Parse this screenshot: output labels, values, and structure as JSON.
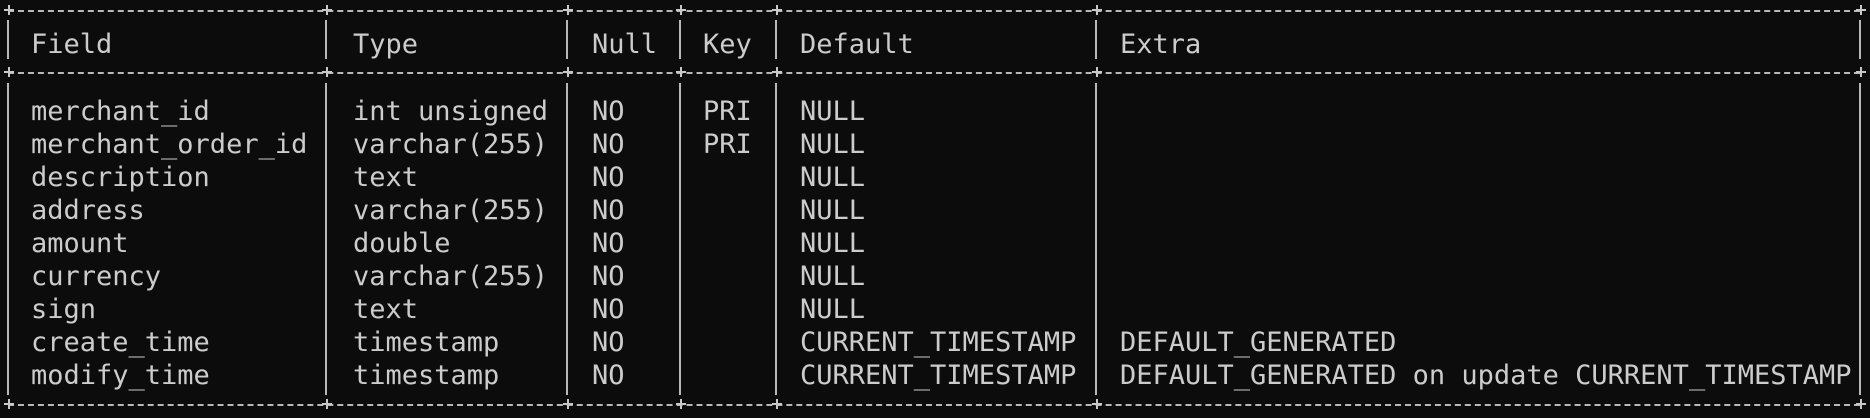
{
  "columns": [
    "Field",
    "Type",
    "Null",
    "Key",
    "Default",
    "Extra"
  ],
  "rows": [
    [
      "merchant_id",
      "int unsigned",
      "NO",
      "PRI",
      "NULL",
      ""
    ],
    [
      "merchant_order_id",
      "varchar(255)",
      "NO",
      "PRI",
      "NULL",
      ""
    ],
    [
      "description",
      "text",
      "NO",
      "",
      "NULL",
      ""
    ],
    [
      "address",
      "varchar(255)",
      "NO",
      "",
      "NULL",
      ""
    ],
    [
      "amount",
      "double",
      "NO",
      "",
      "NULL",
      ""
    ],
    [
      "currency",
      "varchar(255)",
      "NO",
      "",
      "NULL",
      ""
    ],
    [
      "sign",
      "text",
      "NO",
      "",
      "NULL",
      ""
    ],
    [
      "create_time",
      "timestamp",
      "NO",
      "",
      "CURRENT_TIMESTAMP",
      "DEFAULT_GENERATED"
    ],
    [
      "modify_time",
      "timestamp",
      "NO",
      "",
      "CURRENT_TIMESTAMP",
      "DEFAULT_GENERATED on update CURRENT_TIMESTAMP"
    ]
  ],
  "colors": {
    "background": "#0c0c0c",
    "text": "#cccccc",
    "border": "#b8b8b8"
  }
}
